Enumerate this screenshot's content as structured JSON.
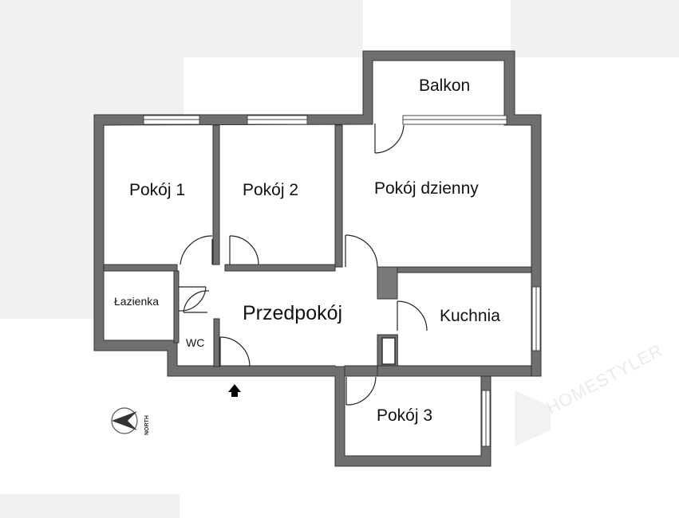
{
  "floorplan": {
    "rooms": {
      "balkon": "Balkon",
      "pokoj1": "Pokój 1",
      "pokoj2": "Pokój 2",
      "pokoj_dzienny": "Pokój dzienny",
      "lazienka": "Łazienka",
      "wc": "WC",
      "przedpokoj": "Przedpokój",
      "kuchnia": "Kuchnia",
      "pokoj3": "Pokój 3"
    },
    "compass_label": "NORTH",
    "watermark": "HOMESTYLER",
    "colors": {
      "wall": "#6f6f6f",
      "wall_outline": "#333333",
      "background": "#ffffff",
      "shade": "#f0f0f0"
    }
  }
}
